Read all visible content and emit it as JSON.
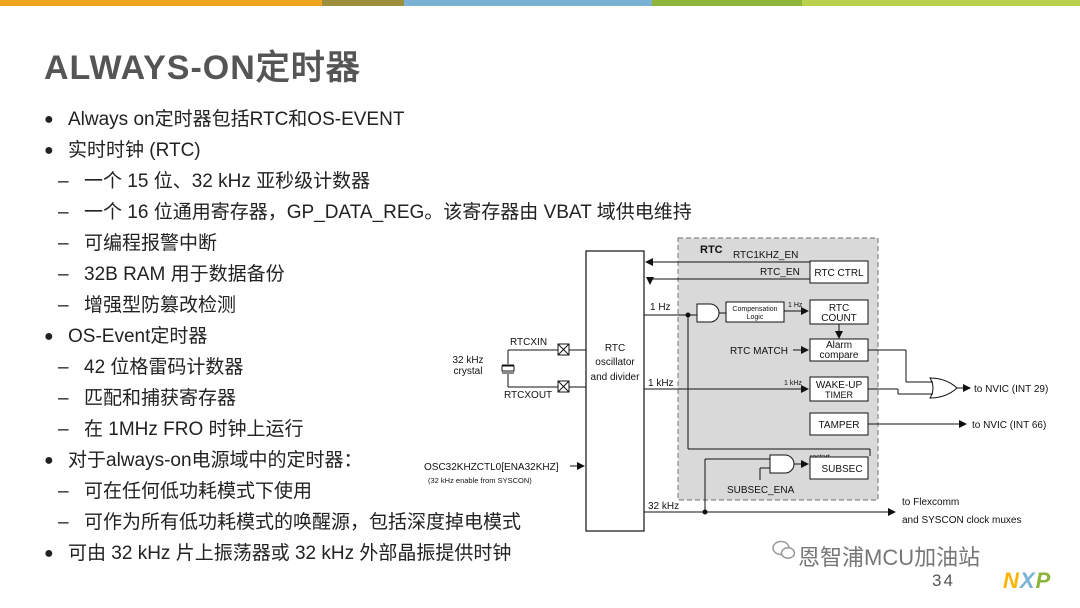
{
  "slide": {
    "title": "ALWAYS-ON定时器",
    "top_bar_colors": [
      "#F0A41E",
      "#9C8E3A",
      "#7AB2D6",
      "#8EB43C",
      "#B9D24D"
    ],
    "page_number": "34",
    "watermark": "恩智浦MCU加油站",
    "logo": {
      "letters": [
        "N",
        "X",
        "P"
      ],
      "colors": [
        "#F9B500",
        "#7AB2D6",
        "#8EB43C"
      ]
    }
  },
  "bullets": [
    {
      "level": 1,
      "text": "Always on定时器包括RTC和OS-EVENT"
    },
    {
      "level": 1,
      "text": "实时时钟 (RTC)"
    },
    {
      "level": 2,
      "text": "一个 15 位、32 kHz 亚秒级计数器"
    },
    {
      "level": 2,
      "text": "一个 16 位通用寄存器，GP_DATA_REG。该寄存器由 VBAT 域供电维持"
    },
    {
      "level": 2,
      "text": "可编程报警中断"
    },
    {
      "level": 2,
      "text": "32B RAM 用于数据备份"
    },
    {
      "level": 2,
      "text": "增强型防篡改检测"
    },
    {
      "level": 1,
      "text": "OS-Event定时器"
    },
    {
      "level": 2,
      "text": "42 位格雷码计数器"
    },
    {
      "level": 2,
      "text": "匹配和捕获寄存器"
    },
    {
      "level": 2,
      "text": "在 1MHz FRO 时钟上运行"
    },
    {
      "level": 1,
      "text": "对于always-on电源域中的定时器："
    },
    {
      "level": 2,
      "text": "可在任何低功耗模式下使用"
    },
    {
      "level": 2,
      "text": "可作为所有低功耗模式的唤醒源，包括深度掉电模式"
    },
    {
      "level": 1,
      "text": "可由 32 kHz 片上振荡器或 32 kHz 外部晶振提供时钟"
    }
  ],
  "markers": {
    "level1": "●",
    "level2": "–"
  },
  "diagram": {
    "rtc_group_label": "RTC",
    "oscillator": [
      "RTC",
      "oscillator",
      "and divider"
    ],
    "crystal": [
      "32 kHz",
      "crystal"
    ],
    "pins": {
      "xin": "RTCXIN",
      "xout": "RTCXOUT"
    },
    "osc_ctrl": "OSC32KHZCTL0[ENA32KHZ]",
    "osc_ctrl_note": "(32 kHz enable from SYSCON)",
    "freq": {
      "one_hz": "1 Hz",
      "one_khz": "1 kHz",
      "k32": "32 kHz",
      "one_hz_small": "1 Hz",
      "one_khz_small": "1 kHz"
    },
    "signals": {
      "rtc1khz_en": "RTC1KHZ_EN",
      "rtc_en": "RTC_EN",
      "rtc_match": "RTC MATCH",
      "subsec_ena": "SUBSEC_ENA",
      "restart": "restart"
    },
    "blocks": {
      "ctrl": "RTC CTRL",
      "count": [
        "RTC",
        "COUNT"
      ],
      "comp": [
        "Compensation",
        "Logic"
      ],
      "alarm": [
        "Alarm",
        "compare"
      ],
      "wakeup": [
        "WAKE-UP",
        "TIMER"
      ],
      "tamper": "TAMPER",
      "subsec": "SUBSEC"
    },
    "outputs": {
      "nvic29": "to NVIC (INT 29)",
      "nvic66": "to NVIC (INT 66)",
      "flexcomm": [
        "to Flexcomm",
        "and SYSCON clock muxes"
      ]
    }
  }
}
